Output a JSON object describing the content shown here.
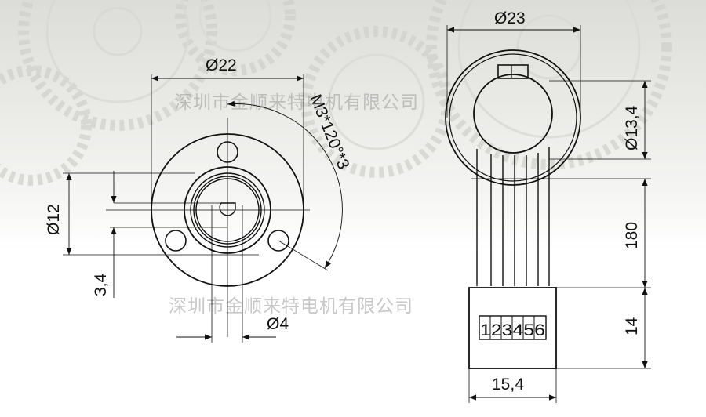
{
  "labels": {
    "d22": "Ø22",
    "m3": "M3*120°*3",
    "d12": "Ø12",
    "d34": "3,4",
    "d4": "Ø4",
    "d23": "Ø23",
    "d134": "Ø13,4",
    "l180": "180",
    "l14": "14",
    "w154": "15,4",
    "pins": "123456"
  },
  "watermark": "深圳市金顺来特电机有限公司"
}
